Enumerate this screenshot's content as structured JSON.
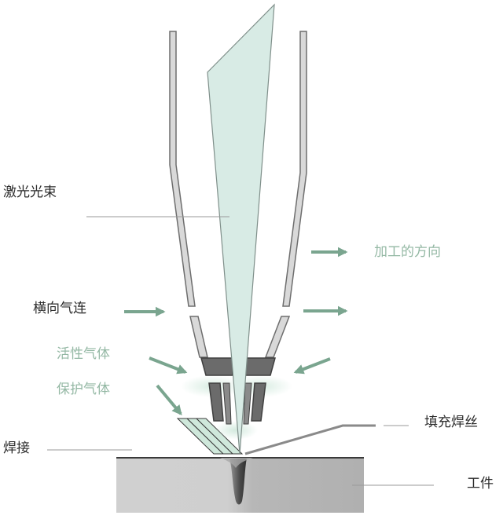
{
  "labels": {
    "laser_beam": "激光光束",
    "processing_direction": "加工的方向",
    "cross_air_jet": "横向气连",
    "active_gas": "活性气体",
    "shielding_gas": "保护气体",
    "filler_wire": "填充焊丝",
    "weld": "焊接",
    "workpiece": "工件"
  },
  "colors": {
    "beam_fill": "#d8ebe5",
    "beam_stroke": "#7f8f8a",
    "nozzle_fill": "#d9d9d9",
    "nozzle_stroke": "#6e6e6e",
    "nozzle_dark": "#6b6b6b",
    "arrow_green": "#7aa58f",
    "gas_glow": "#cfe8db",
    "workpiece_light": "#d4d4d4",
    "workpiece_dark": "#b4b4b4",
    "workpiece_top": "#3a3a3a",
    "weld_pool": "#4a4a4a",
    "label_dark": "#2b2b2b",
    "label_green": "#94b8a4",
    "leader_line": "#9a9a9a",
    "wire": "#8a8a8a"
  }
}
